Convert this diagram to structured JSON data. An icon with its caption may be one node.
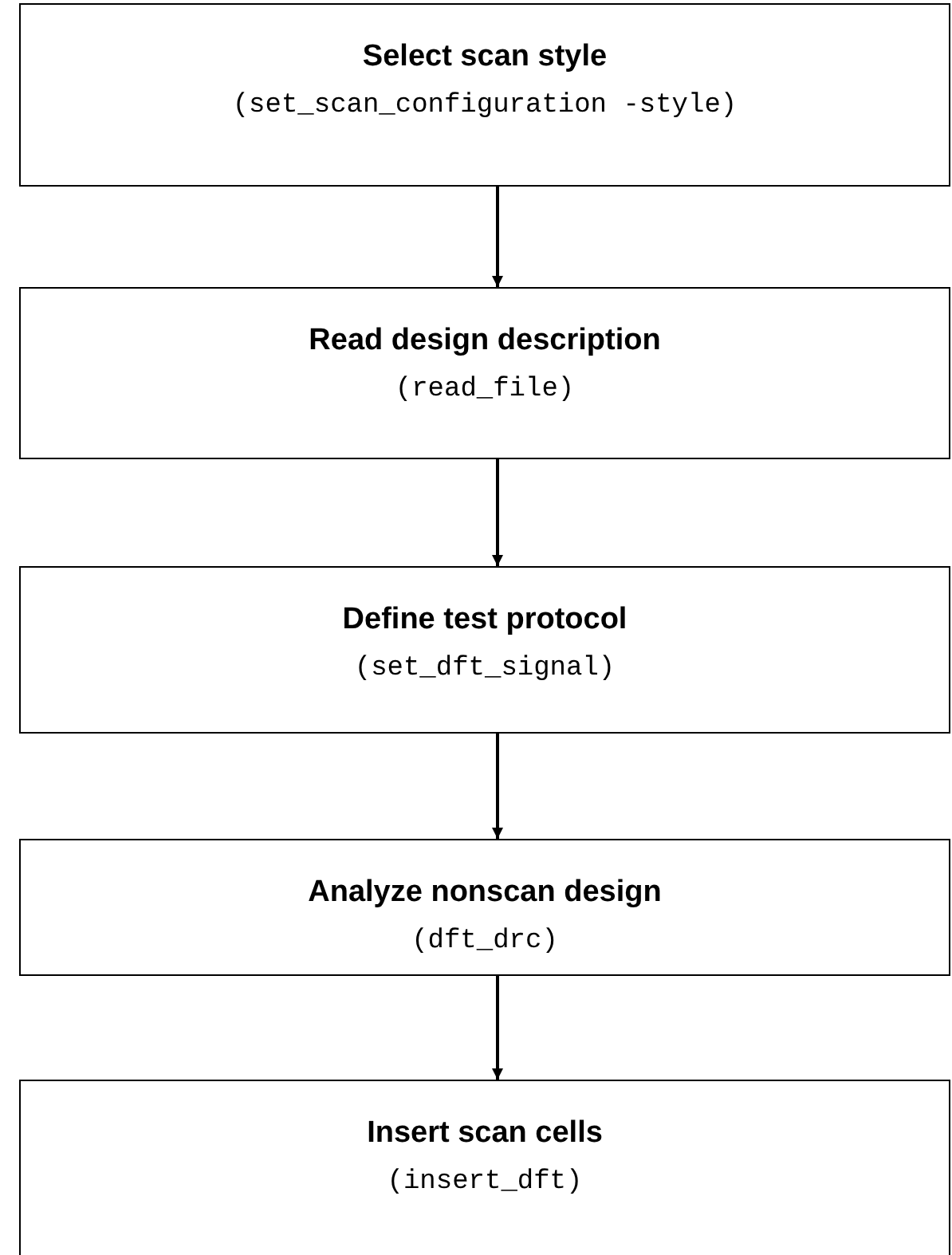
{
  "diagram": {
    "nodes": [
      {
        "text": [
          "Select scan style",
          "(set_scan_configuration -style)"
        ]
      },
      {
        "text": [
          "Read design description",
          "(read_file)"
        ]
      },
      {
        "text": [
          "Define test protocol",
          "(set_dft_signal)"
        ]
      },
      {
        "text": [
          "Analyze nonscan design",
          "(dft_drc)"
        ]
      },
      {
        "text": [
          "Insert scan cells",
          "(insert_dft)"
        ]
      }
    ],
    "edges": [
      {
        "from": 0,
        "to": 1,
        "arrow": "to"
      },
      {
        "from": 1,
        "to": 2,
        "arrow": "to"
      },
      {
        "from": 2,
        "to": 3,
        "arrow": "to"
      },
      {
        "from": 3,
        "to": 4,
        "arrow": "to"
      }
    ]
  }
}
